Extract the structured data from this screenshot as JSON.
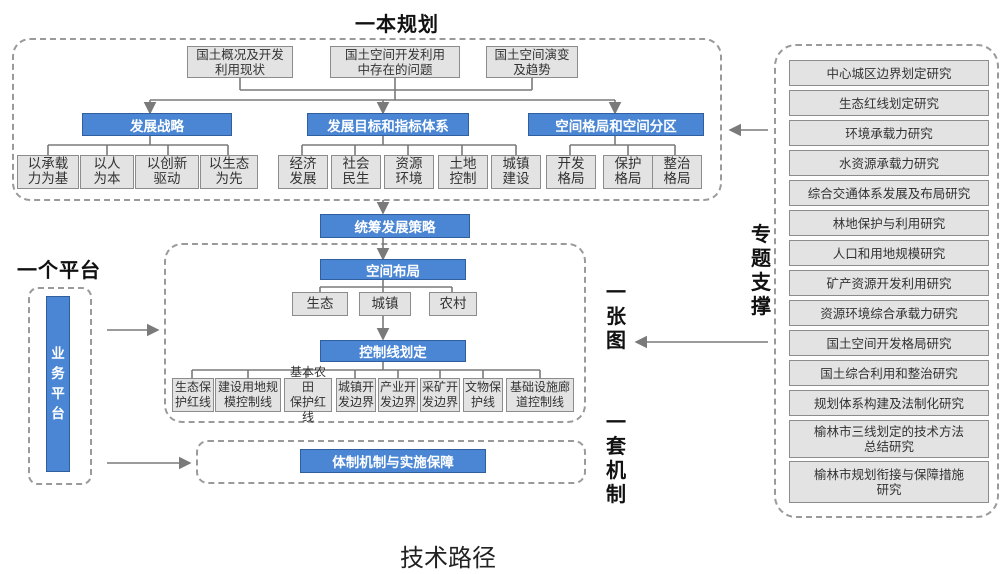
{
  "sections": {
    "plan_title": "一本规划",
    "platform_title": "一个平台",
    "map_title": "一\n张\n图",
    "mechanism_title": "一\n套\n机\n制",
    "support_title": "专\n题\n支\n撑",
    "caption": "技术路径"
  },
  "plan": {
    "top_boxes": [
      "国土概况及开发\n利用现状",
      "国土空间开发利用\n中存在的问题",
      "国土空间演变\n及趋势"
    ],
    "headers": [
      "发展战略",
      "发展目标和指标体系",
      "空间格局和空间分区"
    ],
    "strategy_items": [
      "以承载\n力为基",
      "以人\n为本",
      "以创新\n驱动",
      "以生态\n为先"
    ],
    "goal_items": [
      "经济\n发展",
      "社会\n民生",
      "资源\n环境",
      "土地\n控制",
      "城镇\n建设"
    ],
    "layout_items": [
      "开发\n格局",
      "保护\n格局",
      "整治\n格局"
    ]
  },
  "strategy_box": "统筹发展策略",
  "map": {
    "spatial_layout": "空间布局",
    "layout_items": [
      "生态",
      "城镇",
      "农村"
    ],
    "control_lines": "控制线划定",
    "line_items": [
      "生态保\n护红线",
      "建设用地规\n模控制线",
      "基本农田\n保护红线",
      "城镇开\n发边界",
      "产业开\n发边界",
      "采矿开\n发边界",
      "文物保\n护线",
      "基础设施廊\n道控制线"
    ]
  },
  "platform_box": "业\n务\n平\n台",
  "mechanism_box": "体制机制与实施保障",
  "topics": [
    "中心城区边界划定研究",
    "生态红线划定研究",
    "环境承载力研究",
    "水资源承载力研究",
    "综合交通体系发展及布局研究",
    "林地保护与利用研究",
    "人口和用地规模研究",
    "矿产资源开发利用研究",
    "资源环境综合承载力研究",
    "国土空间开发格局研究",
    "国土综合利用和整治研究",
    "规划体系构建及法制化研究",
    "榆林市三线划定的技术方法\n总结研究",
    "榆林市规划衔接与保障措施\n研究"
  ]
}
